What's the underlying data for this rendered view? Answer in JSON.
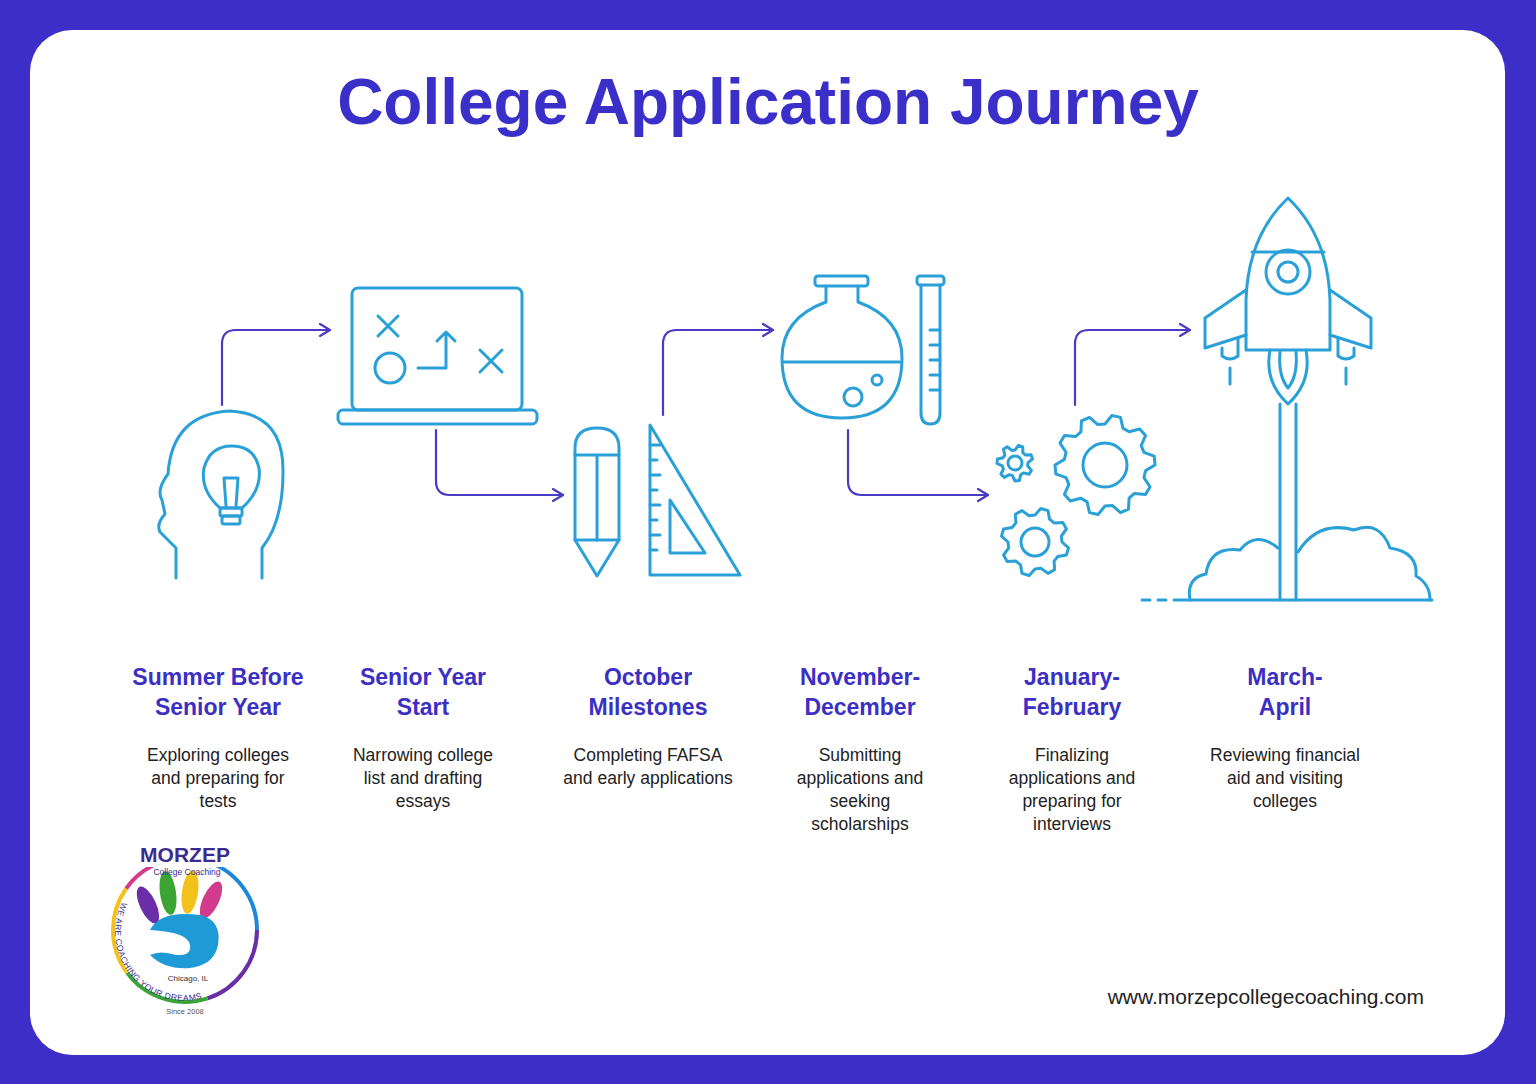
{
  "diagram": {
    "title": "College Application Journey",
    "nodes": [
      {
        "text": [
          "Summer Before Senior Year",
          "Exploring colleges and preparing for tests"
        ]
      },
      {
        "text": [
          "Senior Year Start",
          "Narrowing college list and drafting essays"
        ]
      },
      {
        "text": [
          "October Milestones",
          "Completing FAFSA and early applications"
        ]
      },
      {
        "text": [
          "November-December",
          "Submitting applications and seeking scholarships"
        ]
      },
      {
        "text": [
          "January-February",
          "Finalizing applications and preparing for interviews"
        ]
      },
      {
        "text": [
          "March-April",
          "Reviewing financial aid and visiting colleges"
        ]
      }
    ],
    "edges": [
      {
        "from": 0,
        "to": 1,
        "arrow": "to"
      },
      {
        "from": 1,
        "to": 2,
        "arrow": "to"
      },
      {
        "from": 2,
        "to": 3,
        "arrow": "to"
      },
      {
        "from": 3,
        "to": 4,
        "arrow": "to"
      },
      {
        "from": 4,
        "to": 5,
        "arrow": "to"
      }
    ],
    "labels": [
      "MORZEP",
      "College Coaching",
      "Chicago, IL",
      "WE ARE COACHING YOUR DREAMS",
      "Since 2008",
      "www.morzepcollegecoaching.com"
    ]
  }
}
